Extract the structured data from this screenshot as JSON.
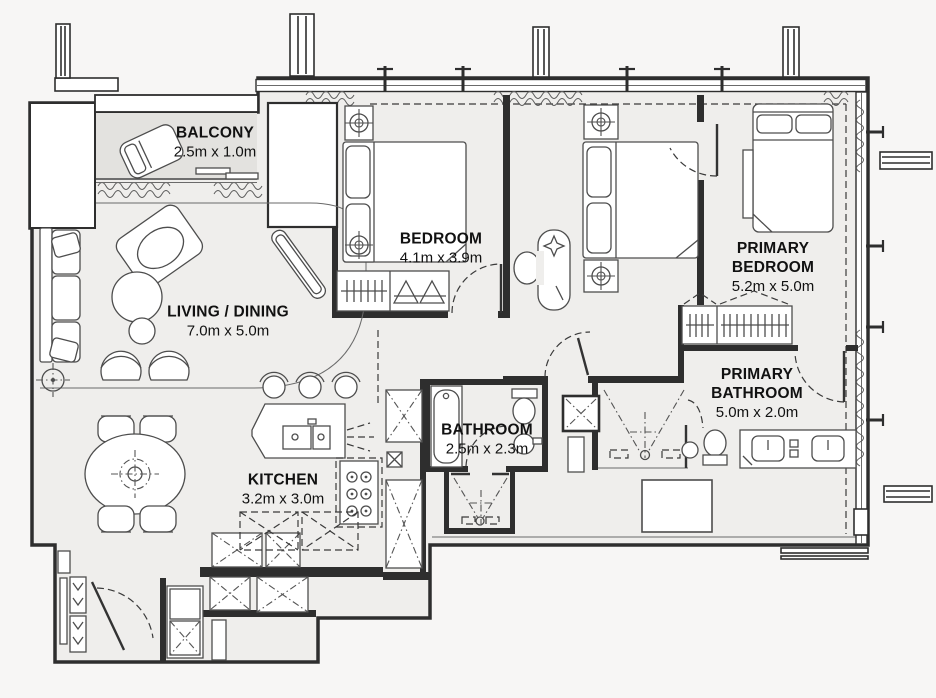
{
  "plan": {
    "type": "apartment-floor-plan",
    "rooms": [
      {
        "id": "balcony",
        "name": "BALCONY",
        "dims": "2.5m x 1.0m"
      },
      {
        "id": "bedroom",
        "name": "BEDROOM",
        "dims": "4.1m x 3.9m"
      },
      {
        "id": "primary-bedroom",
        "name": "PRIMARY BEDROOM",
        "dims": "5.2m x 5.0m"
      },
      {
        "id": "living-dining",
        "name": "LIVING / DINING",
        "dims": "7.0m x 5.0m"
      },
      {
        "id": "kitchen",
        "name": "KITCHEN",
        "dims": "3.2m x 3.0m"
      },
      {
        "id": "bathroom",
        "name": "BATHROOM",
        "dims": "2.5m x 2.3m"
      },
      {
        "id": "primary-bathroom",
        "name": "PRIMARY BATHROOM",
        "dims": "5.0m x 2.0m"
      }
    ],
    "colors": {
      "background": "#f7f6f5",
      "floor": "#efeeec",
      "balcony_floor": "#e3e2df",
      "wall": "#2e2e2e",
      "furniture_line": "#4d4d4d",
      "label_text": "#111111"
    }
  }
}
